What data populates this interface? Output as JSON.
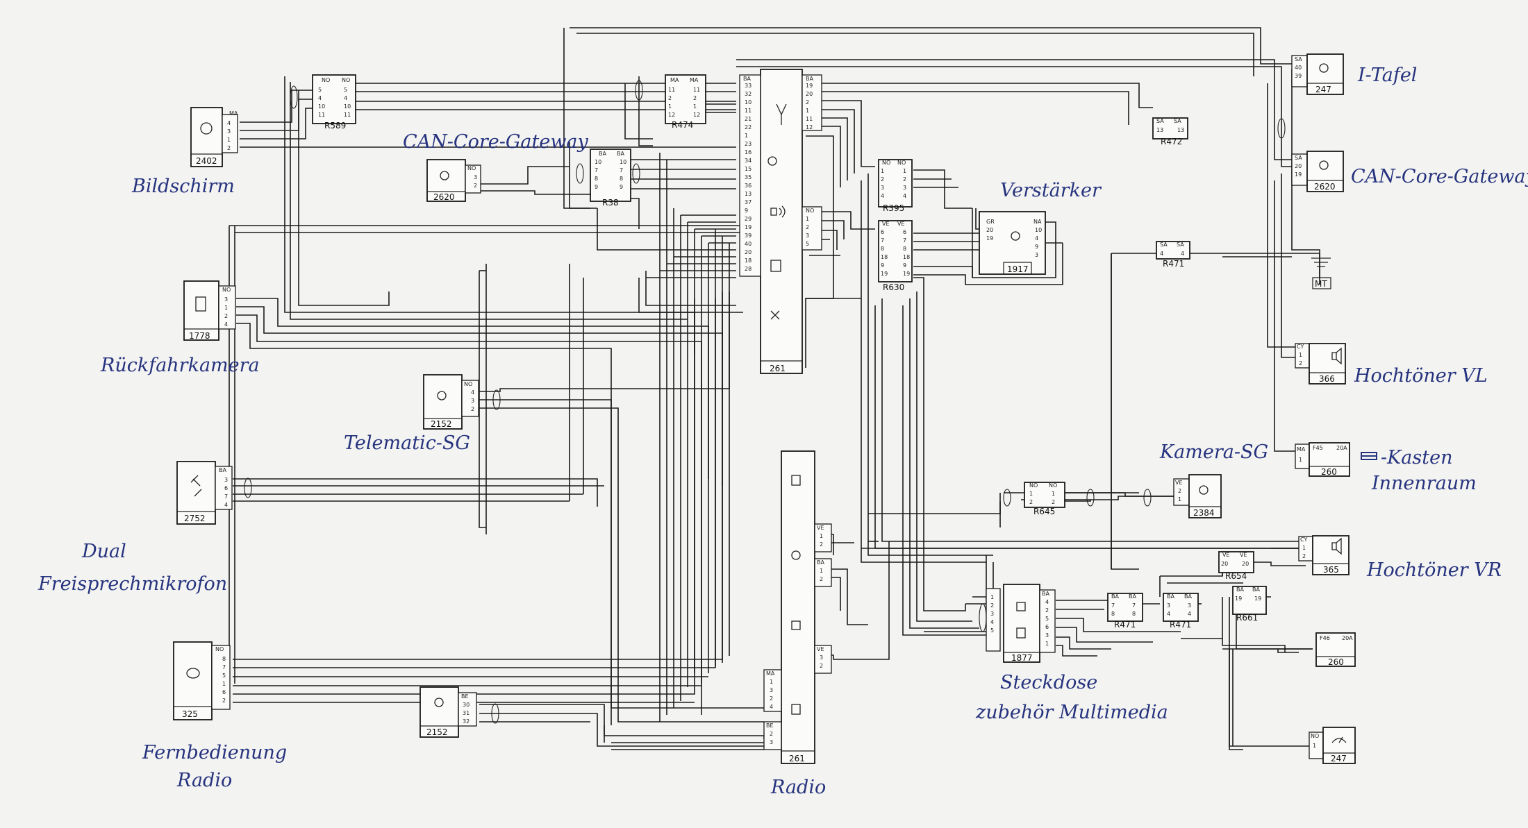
{
  "labels": {
    "bildschirm": "Bildschirm",
    "rueckfahrkamera": "Rückfahrkamera",
    "dual_mikro_1": "Dual",
    "dual_mikro_2": "Freisprechmikrofon",
    "fernbedienung_1": "Fernbedienung",
    "fernbedienung_2": "Radio",
    "can_gateway_left": "CAN-Core-Gateway",
    "telematic": "Telematic-SG",
    "radio": "Radio",
    "verstaerker": "Verstärker",
    "i_tafel": "I-Tafel",
    "can_gateway_right": "CAN-Core-Gateway",
    "hochtoener_vl": "Hochtöner VL",
    "kasten_1": "-Kasten",
    "kasten_2": "Innenraum",
    "kamera_sg": "Kamera-SG",
    "hochtoener_vr": "Hochtöner VR",
    "steckdose_1": "Steckdose",
    "steckdose_2": "zubehör Multimedia"
  },
  "components": {
    "c2402": "2402",
    "c1778": "1778",
    "c2752": "2752",
    "c325": "325",
    "c2620a": "2620",
    "c2152a": "2152",
    "c2152b": "2152",
    "c261a": "261",
    "c261b": "261",
    "c1917": "1917",
    "c247a": "247",
    "c2620b": "2620",
    "cMT": "MT",
    "c366": "366",
    "c260a": "260",
    "c2384": "2384",
    "c365": "365",
    "c1877": "1877",
    "c260b": "260",
    "c247b": "247"
  },
  "relays": {
    "r589": "R589",
    "r474": "R474",
    "r38": "R38",
    "r395": "R395",
    "r630": "R630",
    "r472": "R472",
    "r471a": "R471",
    "r645": "R645",
    "r654": "R654",
    "r471b": "R471",
    "r471c": "R471",
    "r661": "R661"
  },
  "connectors": {
    "ma": "MA",
    "no": "NO",
    "ba": "BA",
    "ve": "VE",
    "be": "BE",
    "gr": "GR",
    "na": "NA",
    "sa": "SA",
    "cy": "CY"
  },
  "fuses": {
    "f45": "F45",
    "f46": "F46",
    "amp": "20A"
  },
  "icons": {
    "camera": "camera-icon",
    "mic": "microphone-icon",
    "speaker": "speaker-icon",
    "ground": "ground-icon",
    "antenna": "antenna-icon",
    "fuse_box": "fuse-box-icon"
  }
}
